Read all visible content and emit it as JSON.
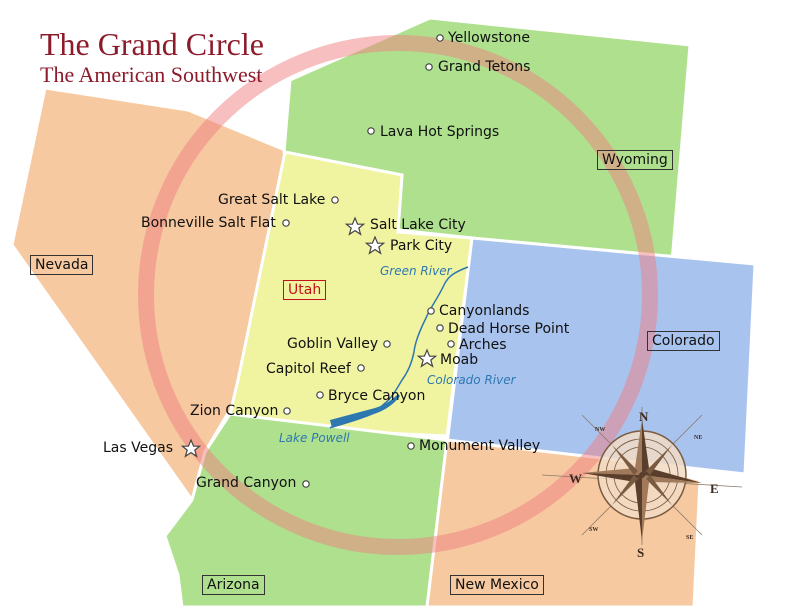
{
  "title": {
    "line1": "The Grand Circle",
    "line2": "The American Southwest"
  },
  "states": {
    "nevada": "Nevada",
    "utah": "Utah",
    "wyoming": "Wyoming",
    "colorado": "Colorado",
    "arizona": "Arizona",
    "new_mexico": "New Mexico"
  },
  "places": {
    "yellowstone": "Yellowstone",
    "grand_tetons": "Grand Tetons",
    "lava_hot_springs": "Lava Hot Springs",
    "great_salt_lake": "Great Salt Lake",
    "bonneville_salt_flat": "Bonneville Salt Flat",
    "salt_lake_city": "Salt Lake City",
    "park_city": "Park City",
    "canyonlands": "Canyonlands",
    "dead_horse_point": "Dead Horse Point",
    "arches": "Arches",
    "goblin_valley": "Goblin Valley",
    "moab": "Moab",
    "capitol_reef": "Capitol Reef",
    "bryce_canyon": "Bryce Canyon",
    "zion_canyon": "Zion Canyon",
    "las_vegas": "Las Vegas",
    "monument_valley": "Monument Valley",
    "grand_canyon": "Grand Canyon"
  },
  "rivers": {
    "green_river": "Green River",
    "colorado_river": "Colorado River",
    "lake_powell": "Lake Powell"
  },
  "compass": {
    "n": "N",
    "s": "S",
    "e": "E",
    "w": "W",
    "ne": "NE",
    "nw": "NW",
    "se": "SE",
    "sw": "SW"
  },
  "colors": {
    "nevada": "#f6c9a0",
    "utah": "#f0f4a0",
    "wyoming": "#aee08e",
    "colorado": "#a9c3ef",
    "arizona": "#aee08e",
    "new_mexico": "#f6c9a0",
    "circle": "#f08080",
    "river": "#2e78b0",
    "title": "#8c1c2c"
  },
  "icons": {
    "city": "star-icon",
    "place": "circle-dot-icon",
    "compass": "compass-rose-icon"
  }
}
